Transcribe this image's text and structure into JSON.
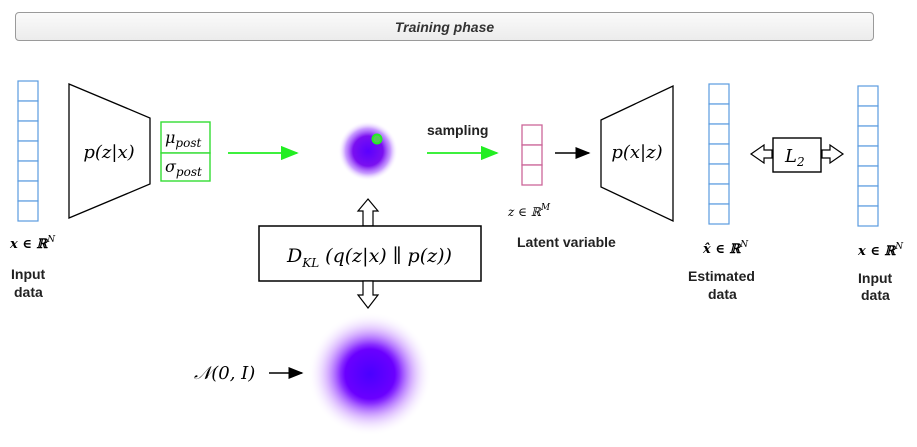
{
  "banner": {
    "title": "Training phase"
  },
  "colors": {
    "input_vector": "#5a9be0",
    "posterior_box": "#33dd33",
    "latent_vector": "#cc6699",
    "green_arrow": "#22ee22",
    "blob_core": "#6a00ff",
    "blob_glow": "#c080ff"
  },
  "nodes": {
    "x_symbol": "x ∈ ℝ",
    "x_sup": "N",
    "input_label_1": "Input",
    "input_label_2": "data",
    "encoder": "p(z|x)",
    "mu": "μ",
    "mu_sub": "post",
    "sigma": "σ",
    "sigma_sub": "post",
    "sampling": "sampling",
    "z_symbol": "z ∈ ℝ",
    "z_sup": "M",
    "latent_label": "Latent variable",
    "decoder": "p(x|z)",
    "xhat_symbol": "x̂ ∈ ℝ",
    "xhat_sup": "N",
    "estimated_label_1": "Estimated",
    "estimated_label_2": "data",
    "loss": "L",
    "loss_sub": "2",
    "x2_symbol": "x ∈ ℝ",
    "x2_sup": "N",
    "input2_label_1": "Input",
    "input2_label_2": "data",
    "kl": "D",
    "kl_sub": "KL",
    "kl_expr": "(q(z|x) ∥ p(z))",
    "prior": "𝒩(0, I)"
  },
  "icons": [
    "double-arrow-up-icon",
    "double-arrow-down-icon",
    "double-arrow-horizontal-icon"
  ]
}
